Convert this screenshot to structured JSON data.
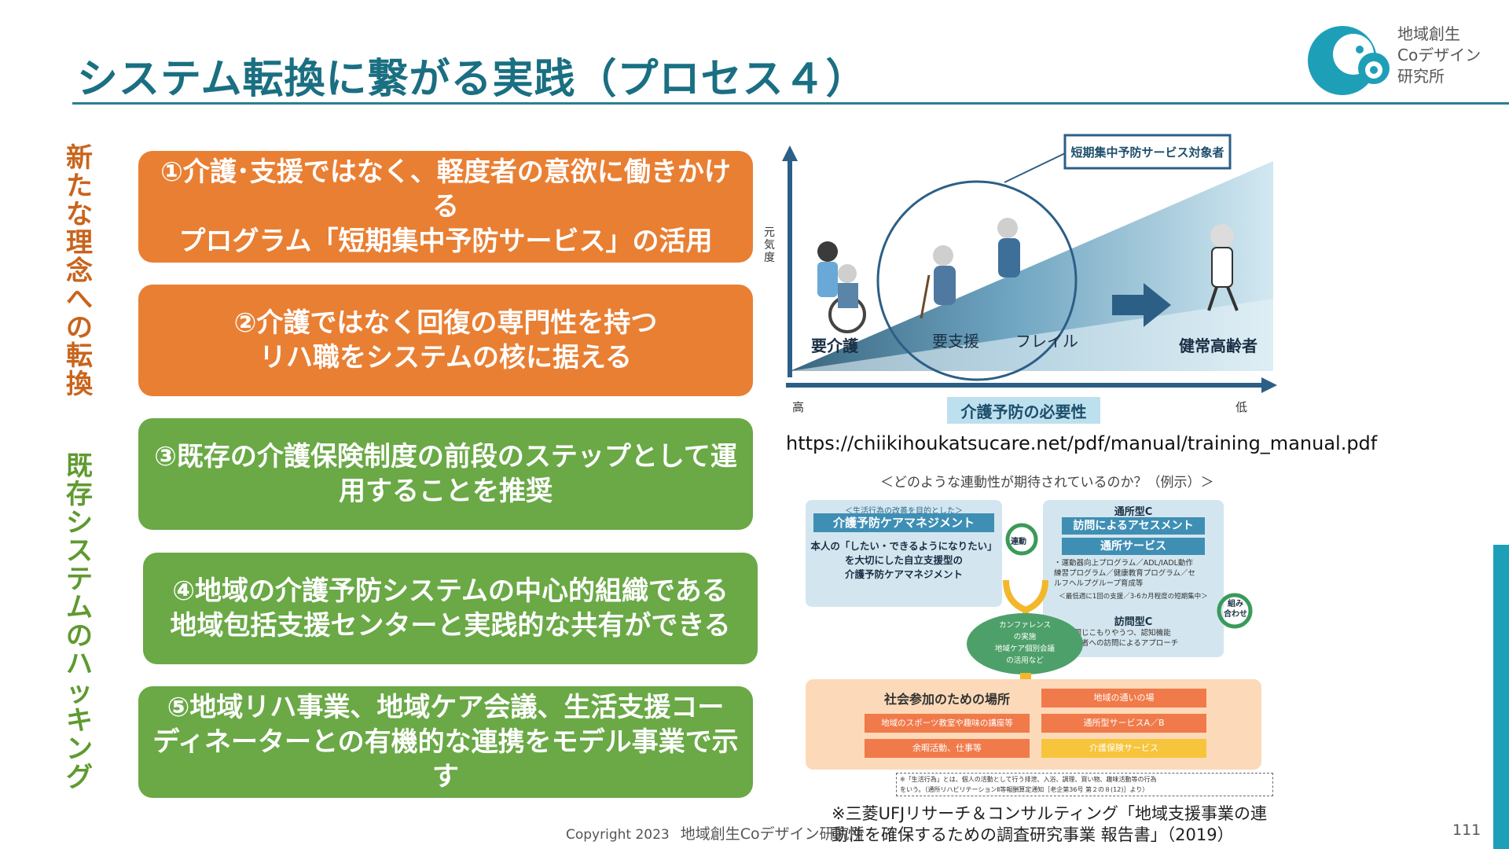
{
  "header": {
    "title": "システム転換に繋がる実践（プロセス４）",
    "logo_text": "地域創生\nCoデザイン\n研究所"
  },
  "side_labels": {
    "top": "新たな理念への転換",
    "bottom": "既存システムのハッキング"
  },
  "process_boxes": [
    {
      "text": "①介護･支援ではなく、軽度者の意欲に働きかける\nプログラム「短期集中予防サービス」の活用",
      "color": "orange"
    },
    {
      "text": "②介護ではなく回復の専門性を持つ\nリハ職をシステムの核に据える",
      "color": "orange"
    },
    {
      "text": "③既存の介護保険制度の前段のステップとして運\n用することを推奨",
      "color": "green"
    },
    {
      "text": "④地域の介護予防システムの中心的組織である\n地域包括支援センターと実践的な共有ができる",
      "color": "green"
    },
    {
      "text": "⑤地域リハ事業、地域ケア会議、生活支援コー\nディネーターとの有機的な連携をモデル事業で示す",
      "color": "green"
    }
  ],
  "diagram1": {
    "target_label": "短期集中予防サービス対象者",
    "y_label": "元気度",
    "stages": [
      "要介護",
      "要支援",
      "フレイル",
      "健常高齢者"
    ],
    "x_high": "高",
    "x_low": "低",
    "x_label": "介護予防の必要性"
  },
  "source_url": "https://chiikihoukatsucare.net/pdf/manual/training_manual.pdf",
  "diagram2": {
    "heading": "＜どのような連動性が期待されているのか？（例示）＞",
    "left_box": {
      "small": "＜生活行為の改善を目的とした＞",
      "title": "介護予防ケアマネジメント",
      "body": "本人の「したい・できるようになりたい」\nを大切にした自立支援型の\n介護予防ケアマネジメント"
    },
    "link_label": "連動",
    "combine_label": "組み\n合わせ",
    "right_box": {
      "type_c": "通所型C",
      "assessment": "訪問によるアセスメント",
      "service": "通所サービス",
      "desc": "・運動器向上プログラム／ADL/IADL動作\n練習プログラム／健康教育プログラム／セ\nルフヘルプグループ育成等",
      "period": "＜最低週に1回の支援／3-6カ月程度の短期集中＞",
      "visit_title": "訪問型C",
      "visit_desc": "・閉じこもりやうつ、認知機能\n低下者への訪問によるアプローチ"
    },
    "conference": "カンファレンス\nの実施\n地域ケア個別会議\nの活用など",
    "social": {
      "title": "社会参加のための場所",
      "items": [
        "地域の通いの場",
        "地域のスポーツ教室や趣味の講座等",
        "通所型サービスA／B",
        "余暇活動、仕事等",
        "介護保険サービス"
      ]
    },
    "footnote": "※「生活行為」とは、個人の活動として行う排泄、入浴、調理、買い物、趣味活動等の行為\nをいう。（通所リハビリテーションⅡ等報酬算定通知［老企第36号 第２の８(12)］より）"
  },
  "citation": "※三菱UFJリサーチ＆コンサルティング「地域支援事業の連\n動性を確保するための調査研究事業 報告書」（2019）",
  "footer": {
    "copyright": "Copyright 2023",
    "org": "地域創生Coデザイン研究所",
    "page": "111"
  },
  "colors": {
    "title": "#1a6f82",
    "orange": "#e97f33",
    "green": "#6aa946",
    "accent": "#1e9fb8"
  }
}
